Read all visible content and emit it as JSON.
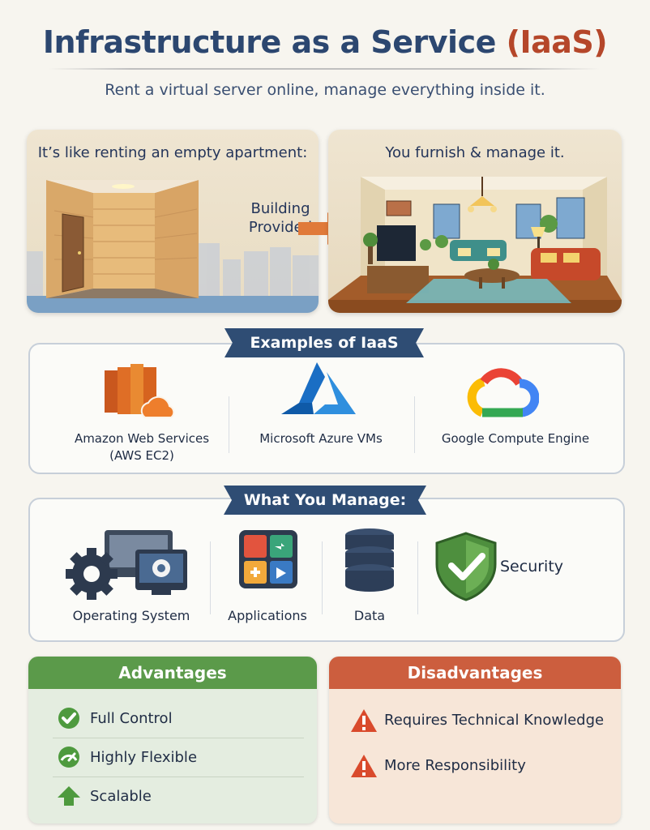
{
  "header": {
    "title_main": "Infrastructure as a Service",
    "title_accent": "(IaaS)",
    "subtitle": "Rent a virtual server online, manage everything inside it."
  },
  "analogy": {
    "left_caption": "It’s like renting an empty apartment:",
    "building_label_line1": "Building",
    "building_label_line2": "Provided",
    "right_caption": "You furnish & manage it."
  },
  "examples": {
    "ribbon": "Examples of IaaS",
    "items": [
      {
        "label_line1": "Amazon Web Services",
        "label_line2": "(AWS EC2)",
        "icon": "aws-icon"
      },
      {
        "label_line1": "Microsoft Azure VMs",
        "label_line2": "",
        "icon": "azure-icon"
      },
      {
        "label_line1": "Google Compute Engine",
        "label_line2": "",
        "icon": "google-cloud-icon"
      }
    ]
  },
  "manage": {
    "ribbon": "What You Manage:",
    "items": [
      {
        "label": "Operating System",
        "icon": "gear-monitor-icon"
      },
      {
        "label": "Applications",
        "icon": "apps-tile-icon"
      },
      {
        "label": "Data",
        "icon": "database-icon"
      },
      {
        "label": "Security",
        "icon": "shield-check-icon"
      }
    ]
  },
  "advantages": {
    "title": "Advantages",
    "items": [
      {
        "label": "Full Control",
        "icon": "check-circle-icon"
      },
      {
        "label": "Highly Flexible",
        "icon": "gauge-icon"
      },
      {
        "label": "Scalable",
        "icon": "up-arrow-icon"
      }
    ]
  },
  "disadvantages": {
    "title": "Disadvantages",
    "items": [
      {
        "label": "Requires Technical Knowledge",
        "icon": "warning-icon"
      },
      {
        "label": "More Responsibility",
        "icon": "warning-icon"
      }
    ]
  },
  "colors": {
    "navy": "#2f4d74",
    "accent": "#b5472a",
    "green": "#5b9a4a",
    "orange": "#cc5e3e"
  }
}
